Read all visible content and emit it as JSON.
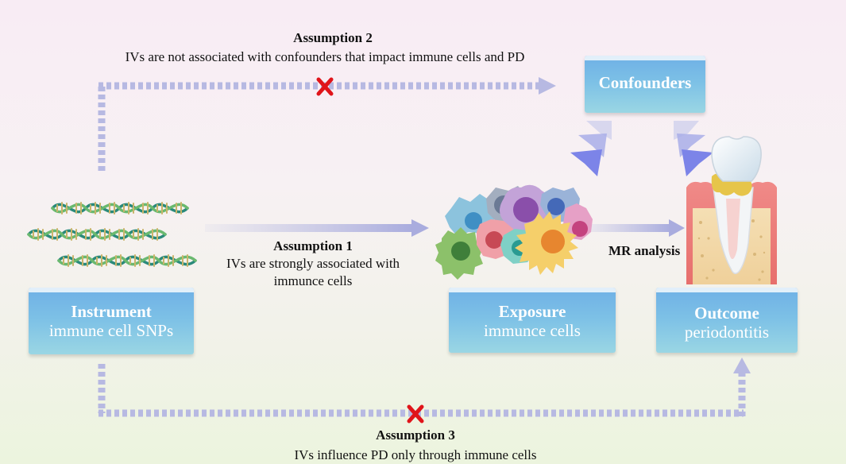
{
  "assumption2": {
    "title": "Assumption 2",
    "text": "IVs are not associated with confounders that impact immune cells and PD"
  },
  "assumption1": {
    "title": "Assumption 1",
    "line1": "IVs are strongly associated with",
    "line2": "immunce cells"
  },
  "assumption3": {
    "title": "Assumption 3",
    "text": "IVs influence PD only through immune cells"
  },
  "mr_label": "MR analysis",
  "boxes": {
    "confounders": {
      "title": "Confounders"
    },
    "instrument": {
      "title": "Instrument",
      "subtitle": "immune cell SNPs"
    },
    "exposure": {
      "title": "Exposure",
      "subtitle": "immunce cells"
    },
    "outcome": {
      "title": "Outcome",
      "subtitle": "periodontitis"
    }
  },
  "colors": {
    "box_top": "#6fb0e6",
    "box_bottom": "#9ad6e4",
    "arrow": "#b7b9e2",
    "cross": "#e0141a",
    "chevron": "#8a8fe6"
  },
  "icons": {
    "dna": "dna-helix-icon",
    "cells": "immune-cells-illustration",
    "tooth": "tooth-periodontitis-illustration",
    "cross": "cross-mark-icon"
  }
}
